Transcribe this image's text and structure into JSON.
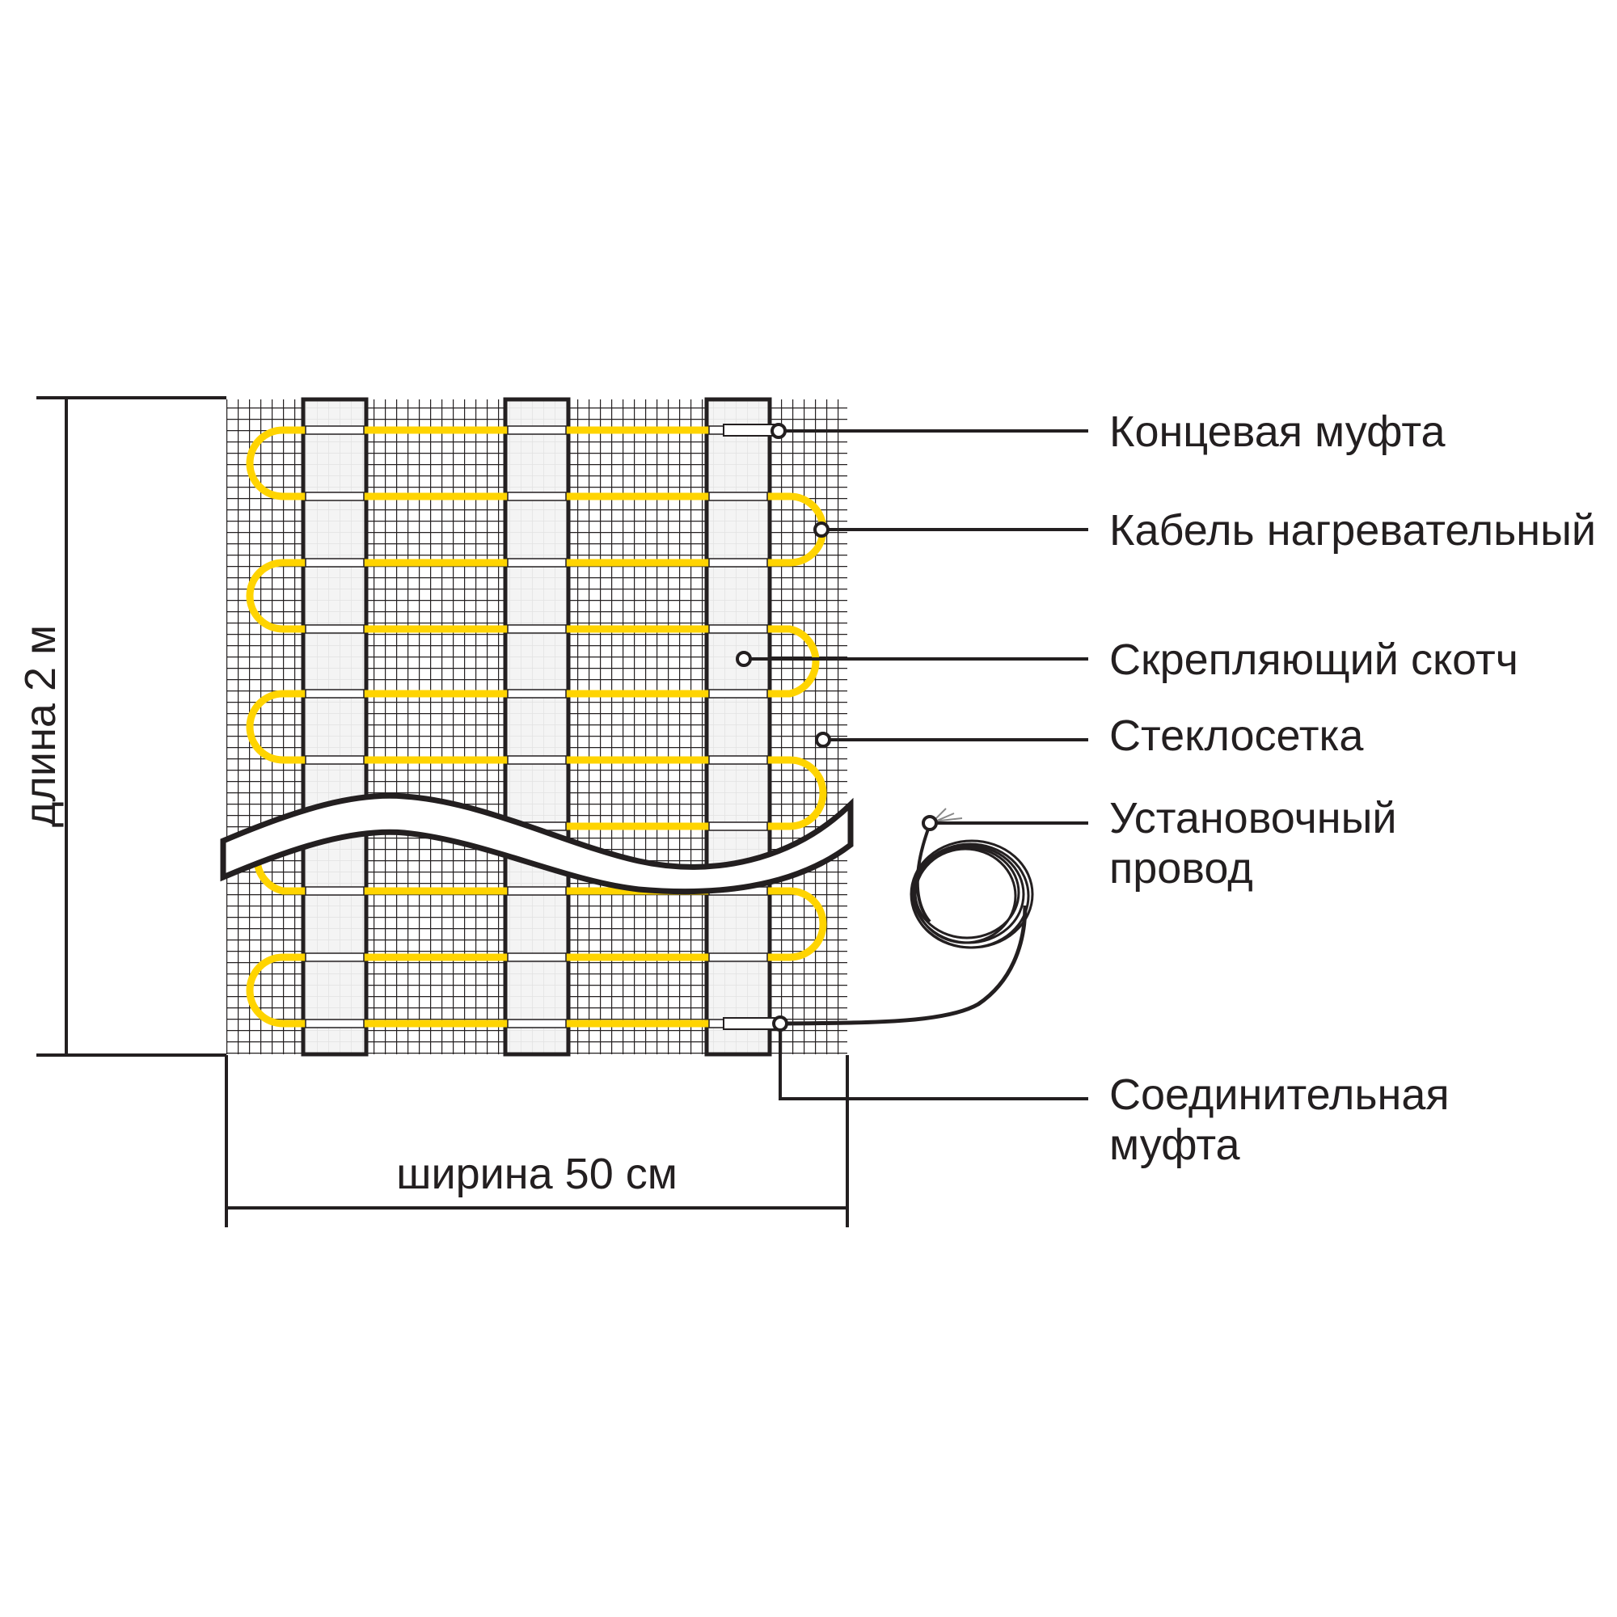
{
  "dimensions": {
    "length_label": "длина 2 м",
    "width_label": "ширина 50 см"
  },
  "callouts": [
    {
      "id": "end-sleeve",
      "text": [
        "Концевая муфта"
      ]
    },
    {
      "id": "heating-cable",
      "text": [
        "Кабель нагревательный"
      ]
    },
    {
      "id": "fixing-tape",
      "text": [
        "Скрепляющий скотч"
      ]
    },
    {
      "id": "fiberglass-mesh",
      "text": [
        "Стеклосетка"
      ]
    },
    {
      "id": "installation-wire",
      "text": [
        "Установочный",
        "провод"
      ]
    },
    {
      "id": "connecting-sleeve",
      "text": [
        "Соединительная",
        "муфта"
      ]
    }
  ],
  "colors": {
    "cable": "#ffd400",
    "mesh": "#231f20",
    "tape": "#f2f2f2",
    "outline": "#231f20"
  }
}
